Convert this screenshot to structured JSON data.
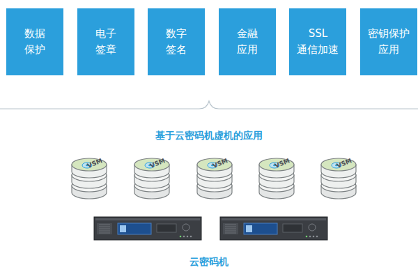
{
  "diagram": {
    "nodes": [
      {
        "text": [
          "数据 保护"
        ]
      },
      {
        "text": [
          "电子 签章"
        ]
      },
      {
        "text": [
          "数字 签名"
        ]
      },
      {
        "text": [
          "金融 应用"
        ]
      },
      {
        "text": [
          "SSL 通信加速"
        ]
      },
      {
        "text": [
          "密钥保护 应用"
        ]
      }
    ],
    "labels": [
      "基于云密码机虚机的应用",
      "VSM",
      "VSM",
      "VSM",
      "VSM",
      "VSM",
      "云密码机"
    ]
  }
}
